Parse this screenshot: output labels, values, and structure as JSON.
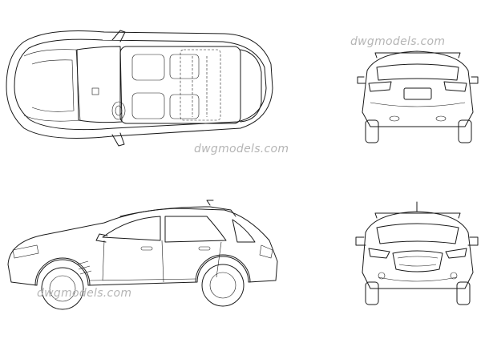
{
  "watermarks": [
    {
      "text": "dwgmodels.com",
      "location": "top-right"
    },
    {
      "text": "dwgmodels.com",
      "location": "middle"
    },
    {
      "text": "dwgmodels.com",
      "location": "bottom-left"
    }
  ],
  "views": [
    "top",
    "rear",
    "side",
    "front"
  ],
  "colors": {
    "line": "#1a1a1a",
    "watermark": "#b5b5b5",
    "background": "#ffffff"
  }
}
